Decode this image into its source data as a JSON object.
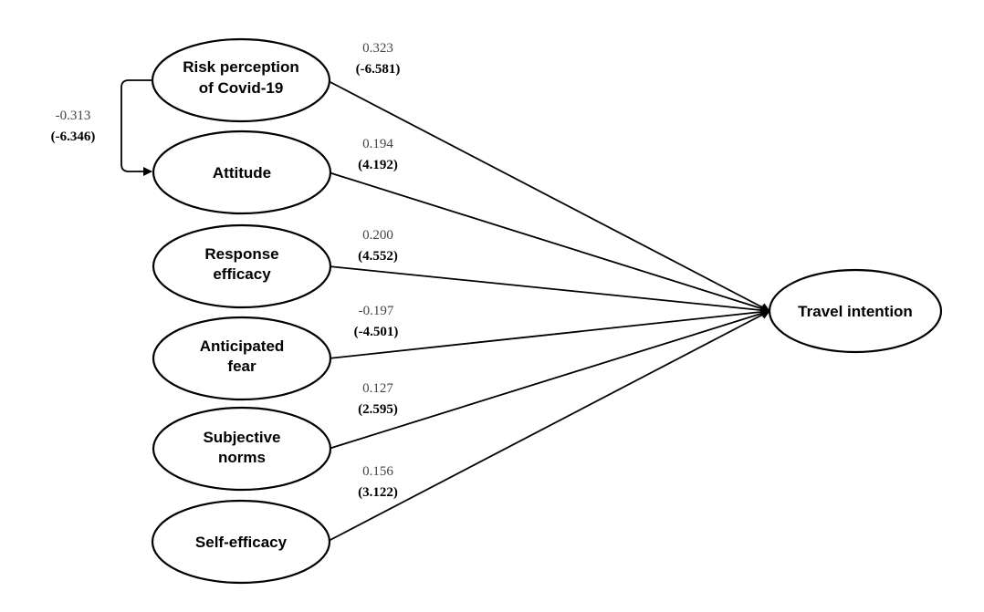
{
  "diagram": {
    "nodes": {
      "risk": [
        "Risk perception",
        "of Covid-19"
      ],
      "attitude": [
        "Attitude"
      ],
      "response": [
        "Response",
        "efficacy"
      ],
      "fear": [
        "Anticipated",
        "fear"
      ],
      "norms": [
        "Subjective",
        "norms"
      ],
      "self": [
        "Self-efficacy"
      ],
      "travel": [
        "Travel intention"
      ]
    },
    "paths": {
      "risk_travel": {
        "coef": "0.323",
        "t": "(-6.581)"
      },
      "attitude_travel": {
        "coef": "0.194",
        "t": "(4.192)"
      },
      "response_travel": {
        "coef": "0.200",
        "t": "(4.552)"
      },
      "fear_travel": {
        "coef": "-0.197",
        "t": "(-4.501)"
      },
      "norms_travel": {
        "coef": "0.127",
        "t": "(2.595)"
      },
      "self_travel": {
        "coef": "0.156",
        "t": "(3.122)"
      },
      "risk_attitude": {
        "coef": "-0.313",
        "t": "(-6.346)"
      }
    }
  }
}
